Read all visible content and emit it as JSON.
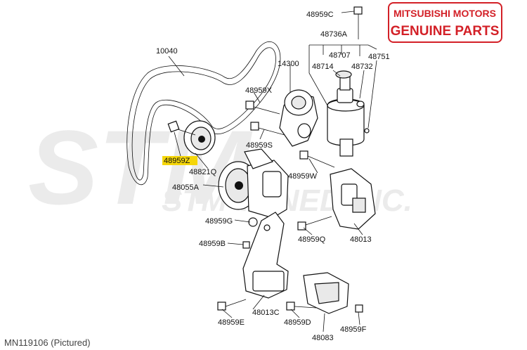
{
  "badge": {
    "line1": "MITSUBISHI MOTORS",
    "line2": "GENUINE PARTS",
    "color": "#d32027"
  },
  "watermark": {
    "big": "STM",
    "tag": "STM TUNED INC."
  },
  "caption": "MN119106   (Pictured)",
  "highlight_color": "#f5d60a",
  "labels": {
    "p10040": "10040",
    "p14300": "14300",
    "p48959X": "48959X",
    "p48959S": "48959S",
    "p48959Z": "48959Z",
    "p48821Q": "48821Q",
    "p48055A": "48055A",
    "p48959G": "48959G",
    "p48959B": "48959B",
    "p48013C": "48013C",
    "p48959E": "48959E",
    "p48959D": "48959D",
    "p48083": "48083",
    "p48959F": "48959F",
    "p48959C": "48959C",
    "p48736A": "48736A",
    "p48707": "48707",
    "p48714": "48714",
    "p48732": "48732",
    "p48751": "48751",
    "p48959W": "48959W",
    "p48959Q": "48959Q",
    "p48013": "48013"
  }
}
